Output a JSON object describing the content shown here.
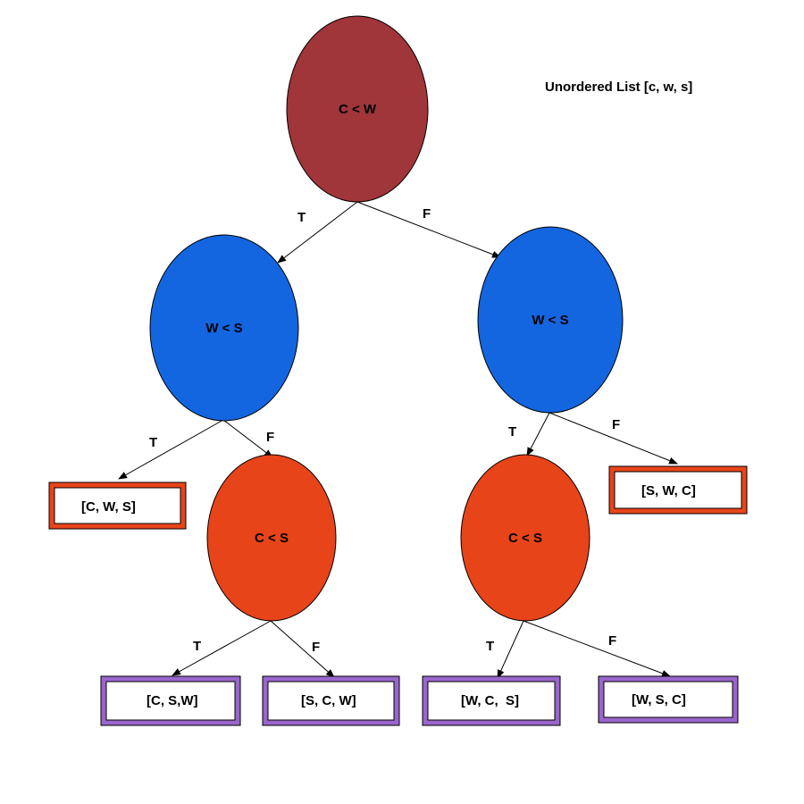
{
  "title": "Unordered List [c, w, s]",
  "colors": {
    "root": "#A0353A",
    "mid": "#1366E0",
    "low": "#E8441A",
    "stroke": "#000000",
    "leaf_orange_border": "#E8441A",
    "leaf_purple_border": "#9966CC",
    "edge": "#000000"
  },
  "nodes": {
    "root": {
      "label": "C < W"
    },
    "left_mid": {
      "label": "W < S"
    },
    "right_mid": {
      "label": "W < S"
    },
    "left_low": {
      "label": "C < S"
    },
    "right_low": {
      "label": "C < S"
    }
  },
  "leaves": {
    "cws": {
      "label": "[C, W, S]"
    },
    "swc": {
      "label": "[S, W, C]"
    },
    "csw": {
      "label": "[C, S,W]"
    },
    "scw": {
      "label": "[S, C, W]"
    },
    "wcs": {
      "label": "[W, C,  S]"
    },
    "wsc": {
      "label": "[W, S, C]"
    }
  },
  "edges": {
    "root_left": "T",
    "root_right": "F",
    "lmid_leaf": "T",
    "lmid_llow": "F",
    "rmid_rlow": "T",
    "rmid_leaf": "F",
    "llow_left": "T",
    "llow_right": "F",
    "rlow_left": "T",
    "rlow_right": "F"
  }
}
